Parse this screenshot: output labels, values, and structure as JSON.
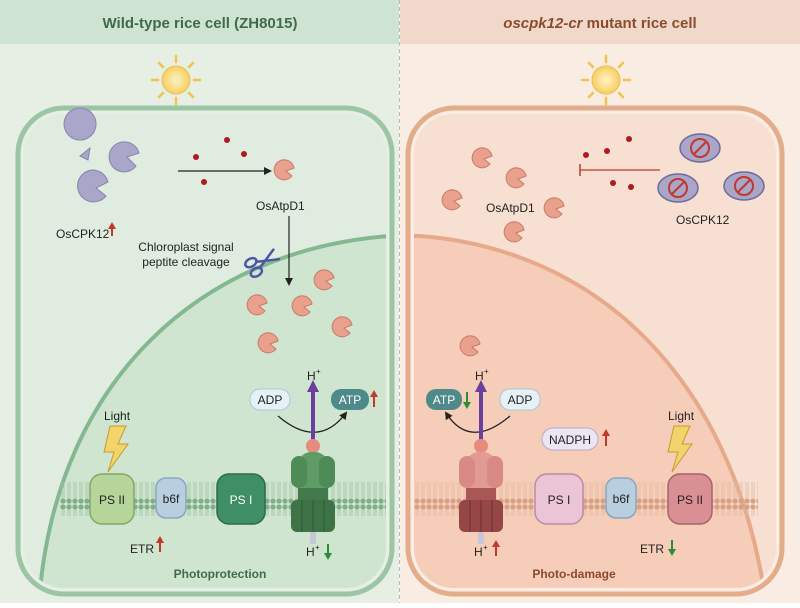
{
  "left": {
    "title": "Wild-type rice cell (ZH8015)",
    "oscpk12_label": "OsCPK12",
    "osatpd1_label": "OsAtpD1",
    "cleavage_label_line1": "Chloroplast signal",
    "cleavage_label_line2": "peptite cleavage",
    "adp_label": "ADP",
    "atp_label": "ATP",
    "h_plus_top": "H",
    "h_plus_bottom": "H",
    "light_label": "Light",
    "psii_label": "PS II",
    "b6f_label": "b6f",
    "psi_label": "PS I",
    "etr_label": "ETR",
    "outcome_label": "Photoprotection"
  },
  "right": {
    "title_italic": "oscpk12-cr",
    "title_rest": " mutant rice cell",
    "osatpd1_label": "OsAtpD1",
    "oscpk12_label": "OsCPK12",
    "atp_label": "ATP",
    "adp_label": "ADP",
    "h_plus_top": "H",
    "h_plus_bottom": "H",
    "nadph_label": "NADPH",
    "light_label": "Light",
    "psi_label": "PS I",
    "b6f_label": "b6f",
    "psii_label": "PS II",
    "etr_label": "ETR",
    "outcome_label": "Photo-damage"
  },
  "colors": {
    "left_bg": "#e7efe4",
    "left_header": "#cfe3d3",
    "right_bg": "#f8ece3",
    "right_header": "#f0d9cb",
    "up_arrow": "#c0392b",
    "down_arrow": "#2e8b3a",
    "proton_arrow": "#6b3fa0",
    "protein_pink": "#e9a08d",
    "oscpk12_purple": "#a9a6c9",
    "signal_dot": "#b0191e"
  }
}
